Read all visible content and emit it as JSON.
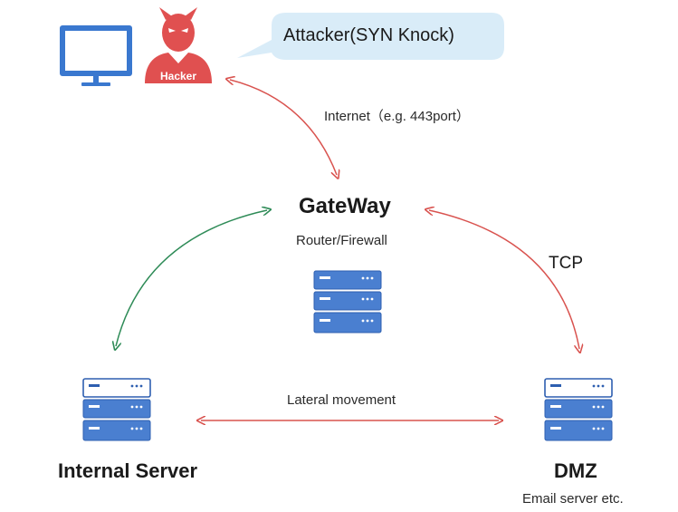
{
  "attacker": {
    "bubble_text": "Attacker(SYN Knock)",
    "badge_text": "Hacker"
  },
  "gateway": {
    "title": "GateWay",
    "subtitle": "Router/Firewall"
  },
  "internal_server": {
    "title": "Internal Server"
  },
  "dmz": {
    "title": "DMZ",
    "subtitle": "Email server etc."
  },
  "links": {
    "internet_label": "Internet（e.g. 443port）",
    "tcp_label": "TCP",
    "lateral_label": "Lateral movement"
  },
  "colors": {
    "server_fill": "#4a7fd0",
    "server_stroke": "#2e5fb0",
    "monitor": "#3a78cf",
    "hacker": "#e05050",
    "red_arrow": "#d9534f",
    "green_arrow": "#2e8b57",
    "bubble": "#d9ecf8"
  }
}
